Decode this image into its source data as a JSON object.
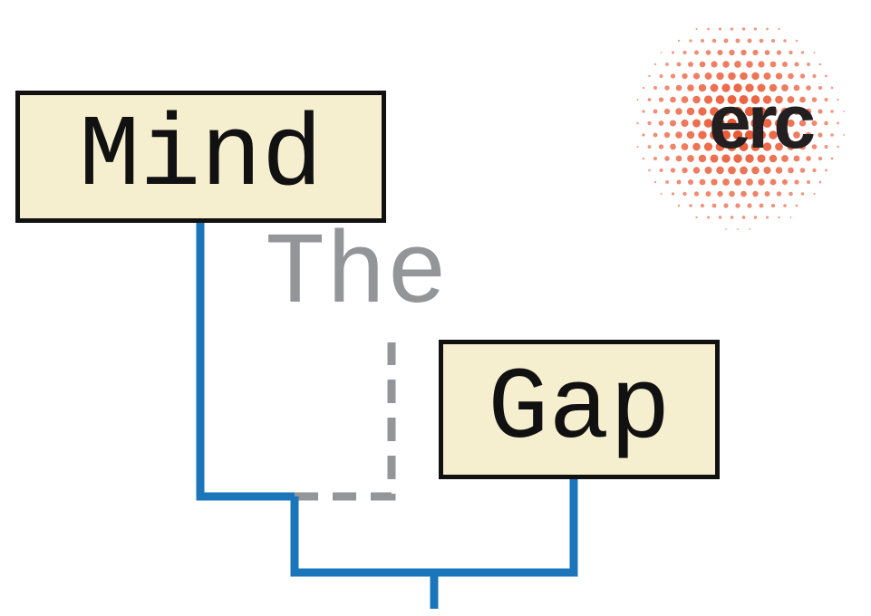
{
  "title_words": {
    "first": "Mind",
    "middle": "The",
    "last": "Gap"
  },
  "logo": {
    "name": "erc-logo",
    "text": "erc"
  },
  "colors": {
    "box_fill": "#f6efcf",
    "box_border": "#111111",
    "middle_word": "#939598",
    "tree_line": "#1b75bb",
    "dashed_branch": "#939598",
    "logo_dots": "#e8502a",
    "logo_text": "#231f20"
  },
  "icons": [
    "tree-diagram-icon",
    "dot-sphere-icon"
  ]
}
